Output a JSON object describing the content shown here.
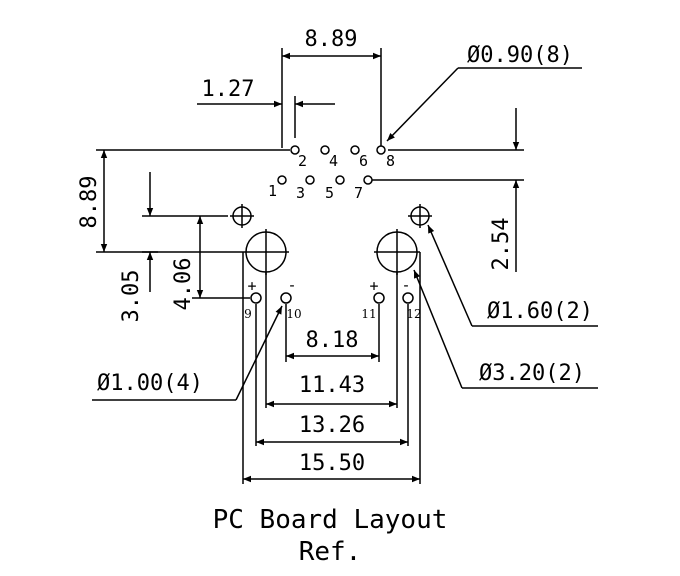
{
  "dimensions": {
    "top_pitch": "8.89",
    "pin_offset": "1.27",
    "pin_hole_dia": "Ø0.90(8)",
    "left_height": "8.89",
    "row_spacing": "2.54",
    "height_305": "3.05",
    "height_406": "4.06",
    "led_hole_dia": "Ø1.00(4)",
    "mount_hole_small": "Ø1.60(2)",
    "mount_hole_large": "Ø3.20(2)",
    "width_818": "8.18",
    "width_1143": "11.43",
    "width_1326": "13.26",
    "width_1550": "15.50"
  },
  "pins": {
    "p1": "1",
    "p2": "2",
    "p3": "3",
    "p4": "4",
    "p5": "5",
    "p6": "6",
    "p7": "7",
    "p8": "8",
    "p9": "9",
    "p10": "10",
    "p11": "11",
    "p12": "12"
  },
  "polarity": {
    "plus": "+",
    "minus": "-"
  },
  "caption": {
    "line1": "PC Board Layout",
    "line2": "Ref."
  }
}
